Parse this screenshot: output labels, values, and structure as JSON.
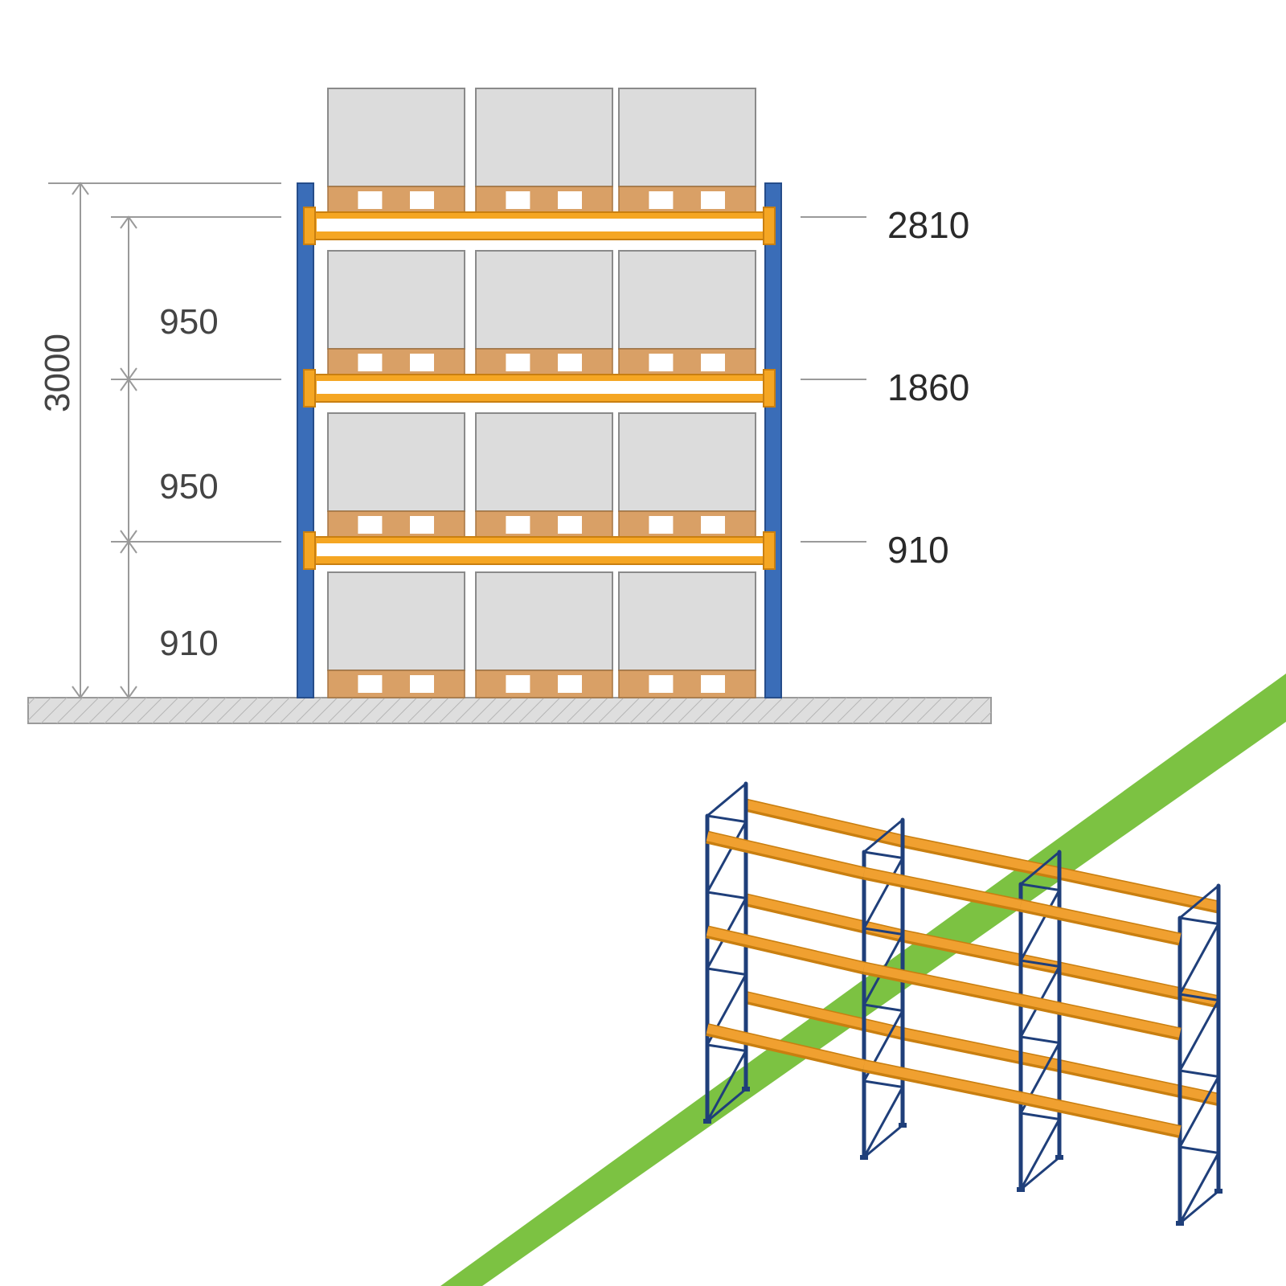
{
  "elevation": {
    "total_height_label": "3000",
    "spacing_labels": [
      "950",
      "950",
      "910"
    ],
    "level_labels": [
      "2810",
      "1860",
      "910"
    ],
    "colors": {
      "upright": "#3a6db8",
      "beam": "#f5a623",
      "box": "#dcdcdc",
      "pallet": "#d9a066",
      "floor": "#d0d0d0",
      "dimension_line": "#9a9a9a"
    }
  },
  "isometric": {
    "frames": 4,
    "beam_levels": 3,
    "colors": {
      "frame": "#1f3f7a",
      "beam": "#f0a030",
      "aisle_line": "#7cc242"
    }
  }
}
